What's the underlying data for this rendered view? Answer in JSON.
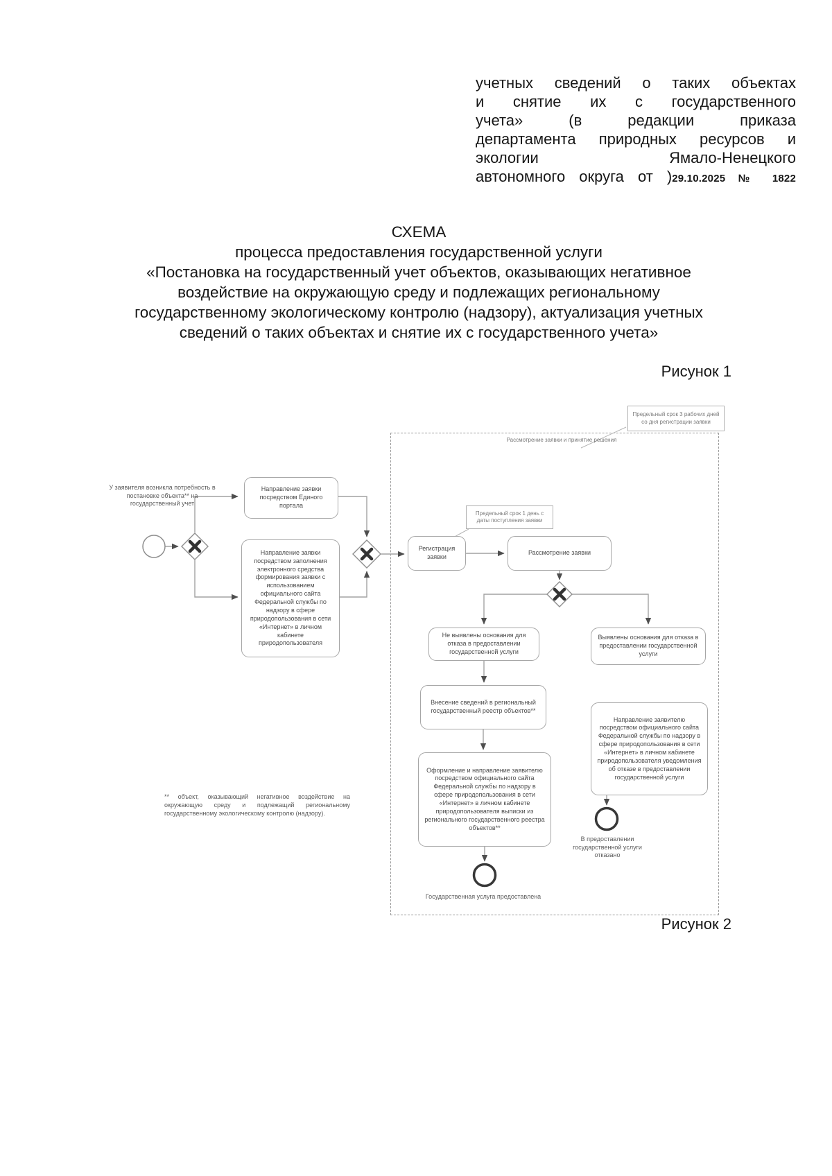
{
  "page": {
    "intro_lines": [
      "учетных сведений о таких объектах",
      "и снятие их с государственного",
      "учета» (в редакции приказа",
      "департамента природных ресурсов и",
      "экологии Ямало-Ненецкого",
      "автономного округа от )"
    ],
    "order_stamp": "29.10.2025 № 1822",
    "title_lines": [
      "СХЕМА",
      "процесса предоставления государственной услуги",
      "«Постановка на государственный учет объектов, оказывающих негативное",
      "воздействие на окружающую среду и подлежащих региональному",
      "государственному экологическому контролю (надзору), актуализация учетных",
      "сведений о таких объектах и снятие их с государственного учета»"
    ],
    "figure1_label": "Рисунок 1",
    "figure2_label": "Рисунок 2",
    "footnote": "** объект, оказывающий негативное воздействие на окружающую среду и подлежащий региональному государственному экологическому контролю (надзору)."
  },
  "diagram": {
    "lane_title": "Рассмотрение заявки и принятие решения",
    "annotation_top": "Предельный срок 3 рабочих дней со дня регистрации заявки",
    "annotation_registration": "Предельный срок 1 день с даты поступления заявки",
    "start_note": "У заявителя возникла потребность в постановке объекта** на государственный учет",
    "box_portal": "Направление заявки посредством Единого портала",
    "box_site": "Направление заявки посредством заполнения электронного средства формирования заявки с использованием официального сайта Федеральной службы по надзору в сфере природопользования в сети «Интернет» в личном кабинете природопользователя",
    "box_registration": "Регистрация заявки",
    "box_review": "Рассмотрение заявки",
    "box_no_grounds": "Не выявлены основания для отказа в предоставлении государственной услуги",
    "box_grounds": "Выявлены основания для отказа в предоставлении государственной услуги",
    "box_register_entry": "Внесение сведений в региональный государственный реестр объектов**",
    "box_issue_extract": "Оформление и направление заявителю посредством официального сайта Федеральной службы по надзору в сфере природопользования в сети «Интернет» в личном кабинете природопользователя выписки из регионального государственного реестра объектов**",
    "box_refusal_notice": "Направление заявителю посредством официального сайта Федеральной службы по надзору в сфере природопользования в сети «Интернет» в личном кабинете природопользователя уведомления об отказе в предоставлении государственной услуги",
    "end_provided_label": "Государственная услуга предоставлена",
    "end_refused_label": "В предоставлении государственной услуги отказано"
  },
  "colors": {
    "text": "#161616",
    "diagram_text": "#4a4a4a",
    "line": "#a2a2a2",
    "box_border": "#a6a6a6",
    "dashed_border": "#9a9a9a",
    "gateway_x": "#333333"
  }
}
